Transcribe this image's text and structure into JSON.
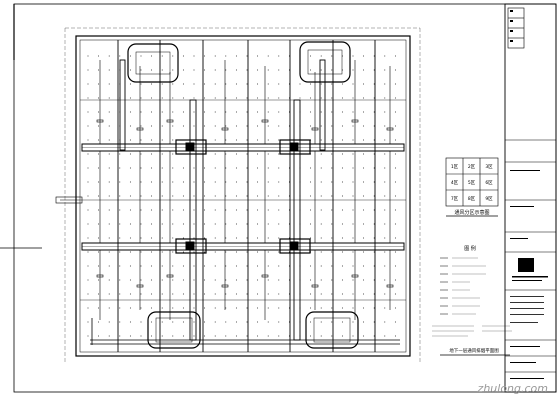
{
  "drawing": {
    "zone_grid": [
      [
        "1区",
        "2区",
        "3区"
      ],
      [
        "4区",
        "5区",
        "6区"
      ],
      [
        "7区",
        "8区",
        "9区"
      ]
    ],
    "zone_table_title": "通风分区示意图",
    "legend_title": "图  例",
    "plan_title": "地下一层通风排烟平面图"
  },
  "watermark": "zhulong.com",
  "colors": {
    "line": "#000000",
    "background": "#ffffff",
    "watermark": "#9a9a9a"
  }
}
